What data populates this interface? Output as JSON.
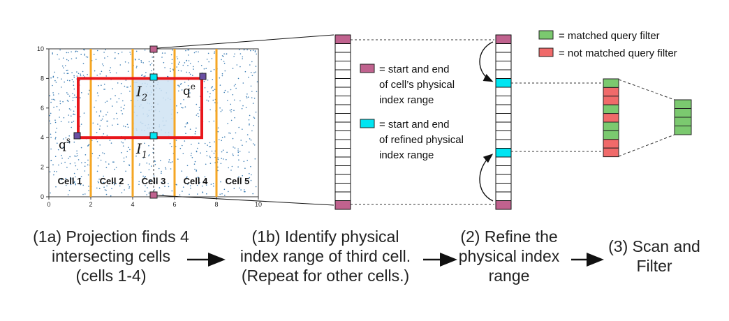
{
  "plot": {
    "x_ticks": [
      "0",
      "2",
      "4",
      "6",
      "8",
      "10"
    ],
    "y_ticks": [
      "0",
      "2",
      "4",
      "6",
      "8",
      "10"
    ],
    "cells": [
      "Cell 1",
      "Cell 2",
      "Cell 3",
      "Cell 4",
      "Cell 5"
    ],
    "cell_boundaries_x": [
      2,
      4,
      6,
      8
    ],
    "query_rect": {
      "x0": 1.4,
      "y0": 4.0,
      "x1": 7.3,
      "y1": 8.0
    },
    "interval_x": 5.0,
    "labels": {
      "i2": "I",
      "i2_sub": "2",
      "i1": "I",
      "i1_sub": "1",
      "qs": "q",
      "qs_sup": "s",
      "qe": "q",
      "qe_sup": "e"
    }
  },
  "legend_index": {
    "start_end_cell": [
      "= start and end",
      "of cell’s physical",
      "index range"
    ],
    "start_end_refined": [
      "= start and end",
      "of refined physical",
      "index range"
    ]
  },
  "legend_filter": {
    "matched": "= matched query filter",
    "not_matched": "= not matched query filter"
  },
  "filter_pattern": [
    "matched",
    "not",
    "not",
    "matched",
    "not",
    "matched",
    "matched",
    "not",
    "not"
  ],
  "captions": {
    "step1a": [
      "(1a) Projection finds 4",
      "intersecting cells",
      "(cells 1-4)"
    ],
    "step1b": [
      "(1b) Identify physical",
      "index range of third cell.",
      "(Repeat for other cells.)"
    ],
    "step2": [
      "(2) Refine the",
      "physical index",
      "range"
    ],
    "step3": [
      "(3) Scan and",
      "Filter"
    ]
  },
  "colors": {
    "cell_boundary": "#f5a623",
    "query_rect": "#e8161b",
    "region_fill": "#cfe3f3",
    "points": "#3f7fb5",
    "magenta": "#c0628e",
    "cyan": "#00e5f2",
    "matched": "#7bc96f",
    "not_matched": "#f06a6a",
    "qs_marker": "#6a4fa3"
  }
}
